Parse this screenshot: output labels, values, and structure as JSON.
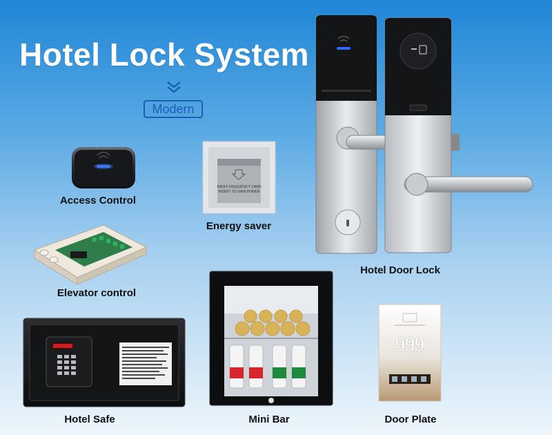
{
  "header": {
    "title": "Hotel Lock System",
    "badge": "Modern"
  },
  "products": {
    "access_control": "Access Control",
    "energy_saver": "Energy saver",
    "elevator_control": "Elevator control",
    "door_lock": "Hotel Door Lock",
    "hotel_safe": "Hotel Safe",
    "mini_bar": "Mini Bar",
    "door_plate": "Door Plate"
  },
  "energy_saver_card": {
    "line1": "RADIO FREQUENCY CARD",
    "line2": "INSERT TO GAIN POWER"
  },
  "door_plate_number": "999",
  "colors": {
    "brand_blue": "#1b5fb4",
    "background_top": "#1f86d6",
    "background_bottom": "#eef6fc"
  }
}
